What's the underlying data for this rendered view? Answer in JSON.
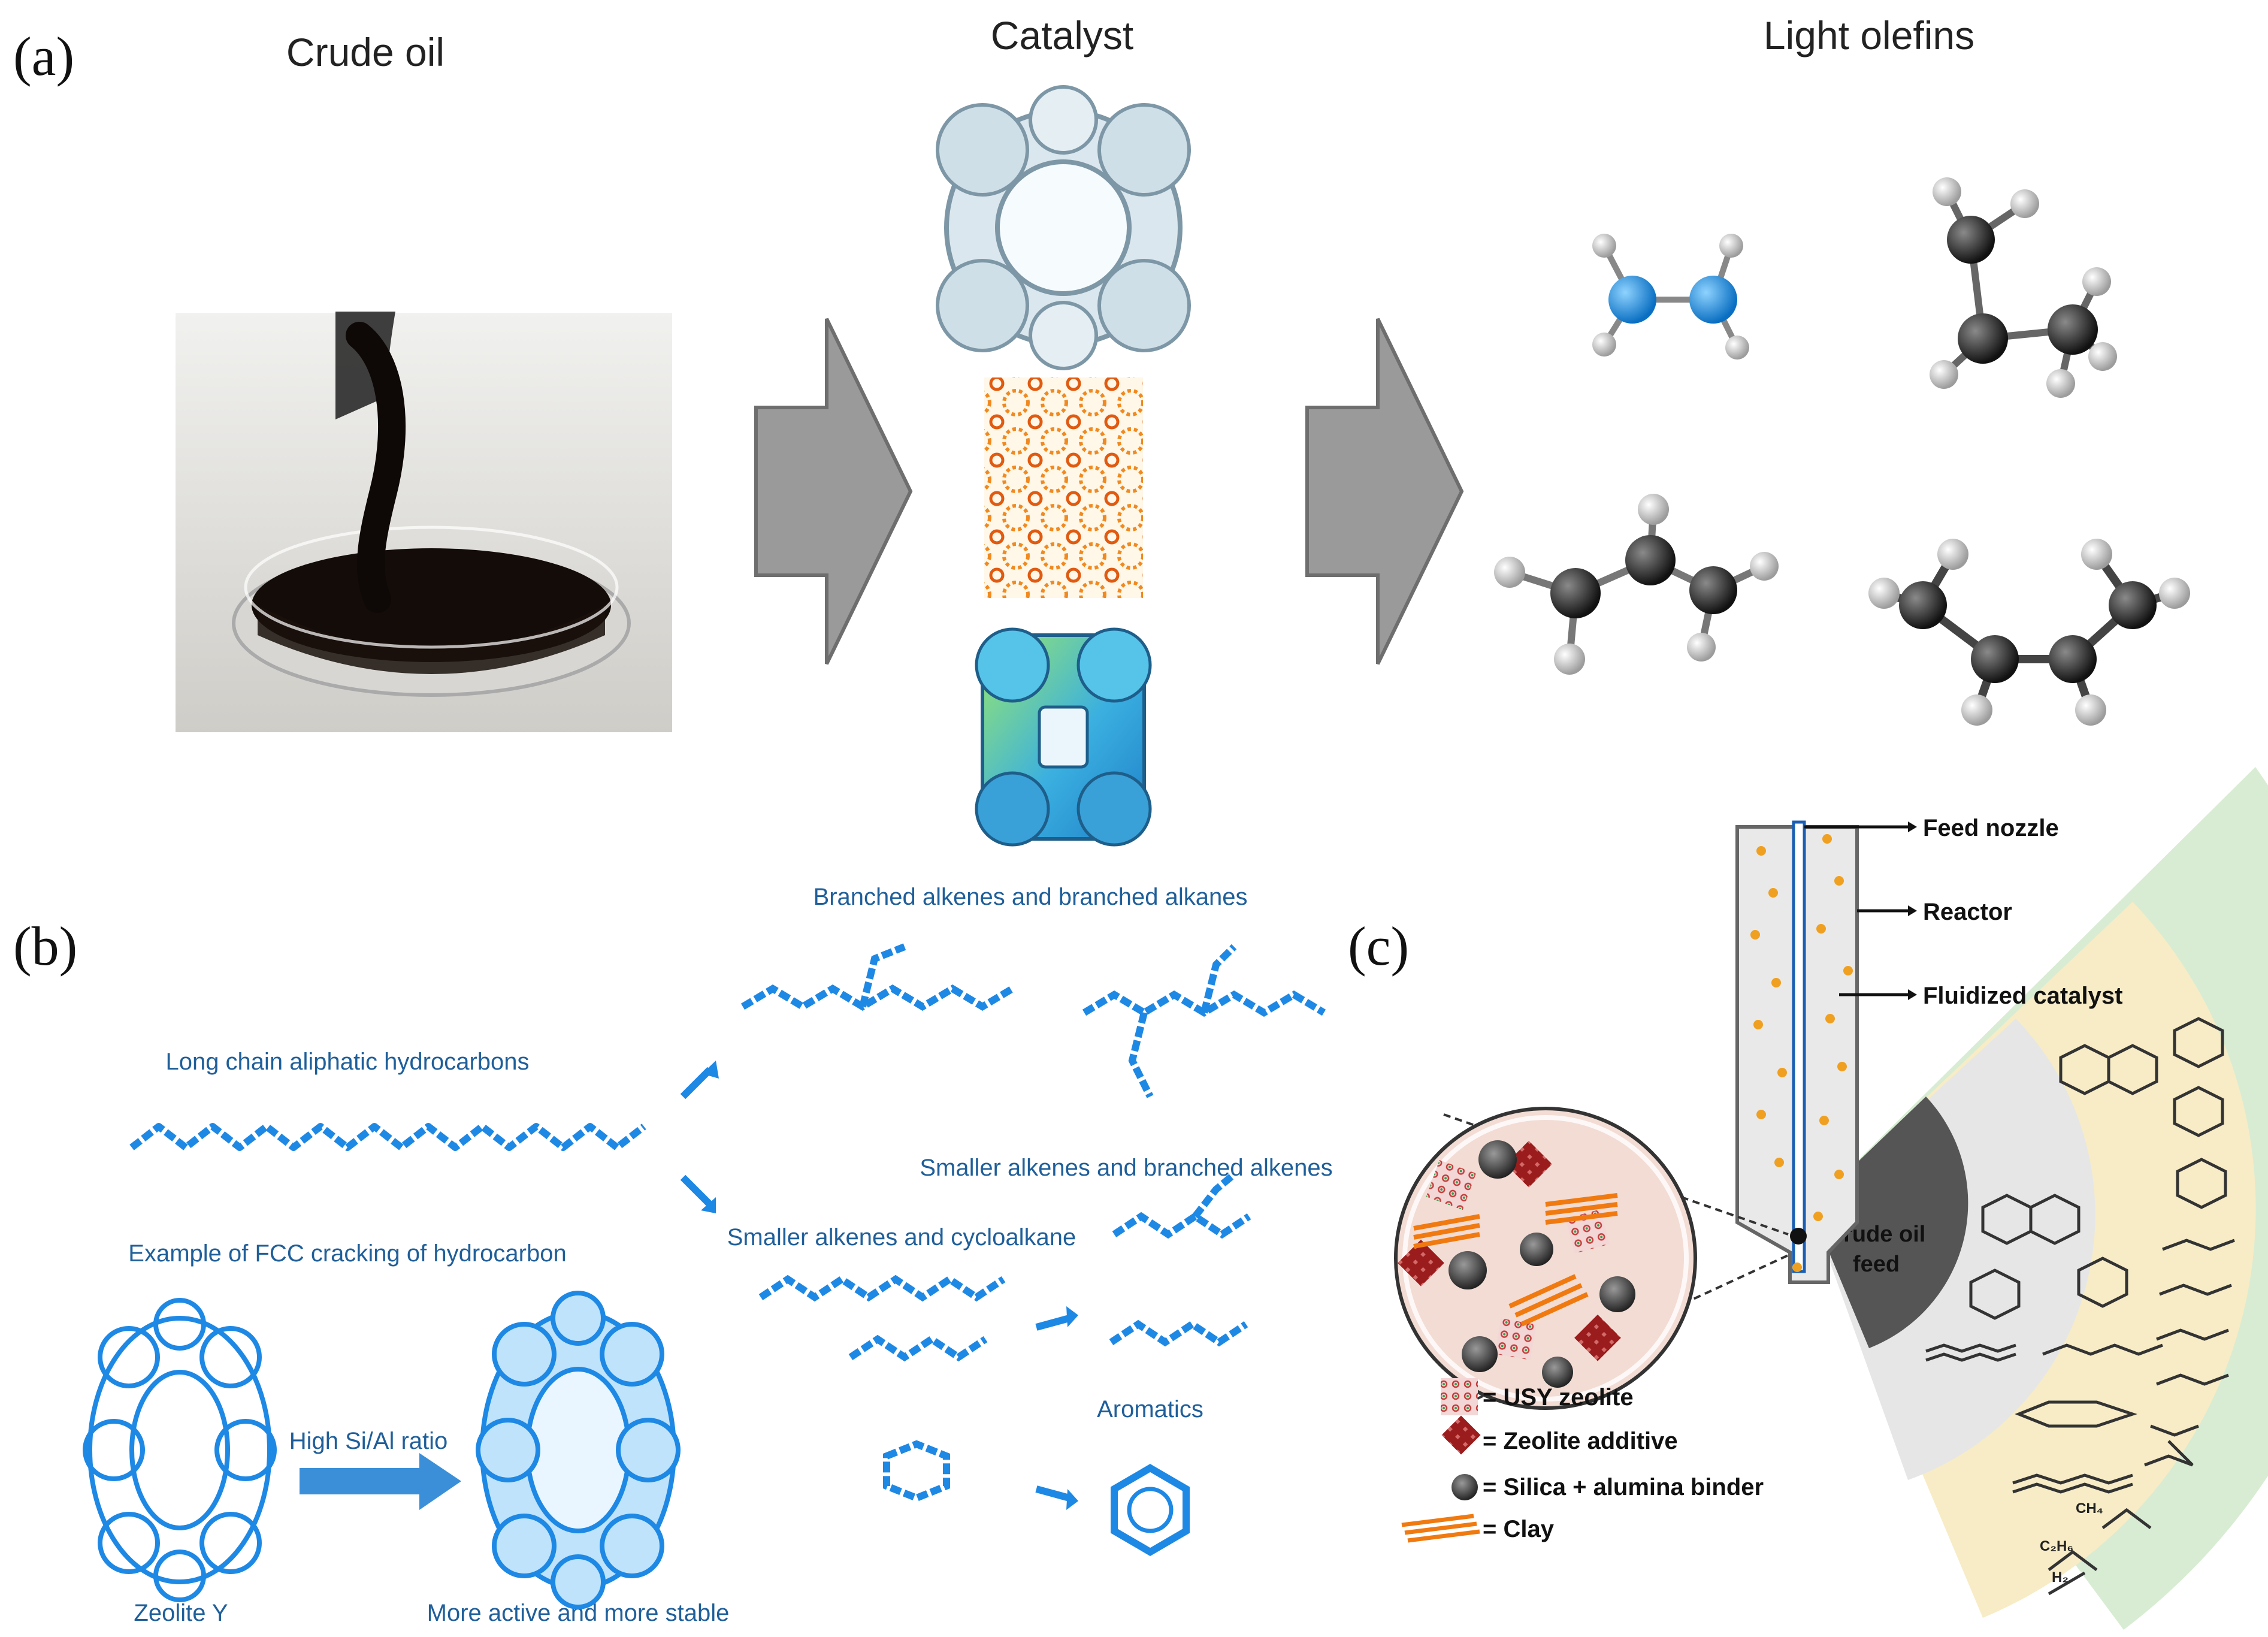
{
  "panel_a": {
    "label": "(a)",
    "crude_oil_title": "Crude oil",
    "catalyst_title": "Catalyst",
    "light_olefins_title": "Light olefins"
  },
  "panel_b": {
    "label": "(b)",
    "long_chain": "Long chain aliphatic hydrocarbons",
    "fcc_example": "Example of FCC cracking of hydrocarbon",
    "branched": "Branched alkenes and branched alkanes",
    "smaller_branched": "Smaller alkenes and branched alkenes",
    "smaller_cyclo": "Smaller alkenes and cycloalkane",
    "aromatics": "Aromatics",
    "high_si_al": "High Si/Al ratio",
    "zeolite_y": "Zeolite Y",
    "more_active": "More active and more stable"
  },
  "panel_c": {
    "label": "(c)",
    "feed_nozzle": "Feed nozzle",
    "reactor": "Reactor",
    "fluidized_catalyst": "Fluidized catalyst",
    "crude_oil_feed_1": "Crude oil",
    "crude_oil_feed_2": "feed",
    "legend_usy": "= USY zeolite",
    "legend_additive": "= Zeolite additive",
    "legend_binder": "= Silica + alumina binder",
    "legend_clay": "= Clay",
    "ch4": "CH₄",
    "c2h6": "C₂H₆",
    "h2": "H₂"
  },
  "colors": {
    "arrow_gray": "#9a9a9a",
    "zeolite_blue": "#3a8fd8",
    "olefin_blue": "#1e90ff",
    "catalyst_orange": "#f0a020",
    "sector_dark": "#555555",
    "sector_gray": "#e6e6e6",
    "sector_yellow": "#f7ecc6",
    "sector_green": "#d8ecd3"
  }
}
